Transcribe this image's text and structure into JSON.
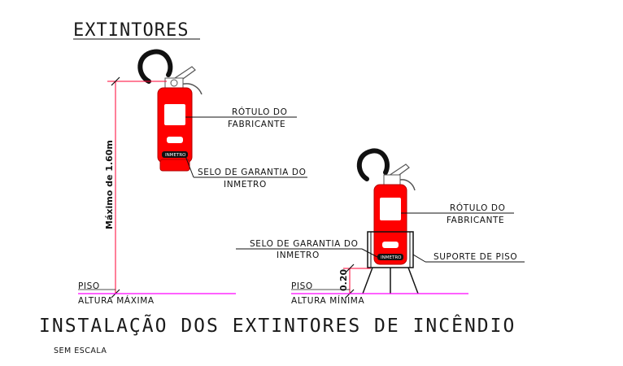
{
  "title": "EXTINTORES",
  "main_title": "INSTALAÇÃO DOS EXTINTORES DE INCÊNDIO",
  "scale_note": "SEM ESCALA",
  "left": {
    "label_rotulo_1": "RÓTULO DO",
    "label_rotulo_2": "FABRICANTE",
    "label_selo_1": "SELO DE GARANTIA DO",
    "label_selo_2": "INMETRO",
    "tag": "INMETRO",
    "dimension": "Máximo de 1.60m",
    "floor": "PISO",
    "height_label": "ALTURA MÁXIMA"
  },
  "right": {
    "label_rotulo_1": "RÓTULO DO",
    "label_rotulo_2": "FABRICANTE",
    "label_selo_1": "SELO DE GARANTIA DO",
    "label_selo_2": "INMETRO",
    "label_suporte": "SUPORTE DE PISO",
    "tag": "INMETRO",
    "dimension": "0.20",
    "floor": "PISO",
    "height_label": "ALTURA MÍNIMA"
  },
  "colors": {
    "extinguisher_red": "#ff0000",
    "dimension_line": "#ff0033",
    "floor_line": "#ff00ff",
    "ink": "#111111"
  }
}
